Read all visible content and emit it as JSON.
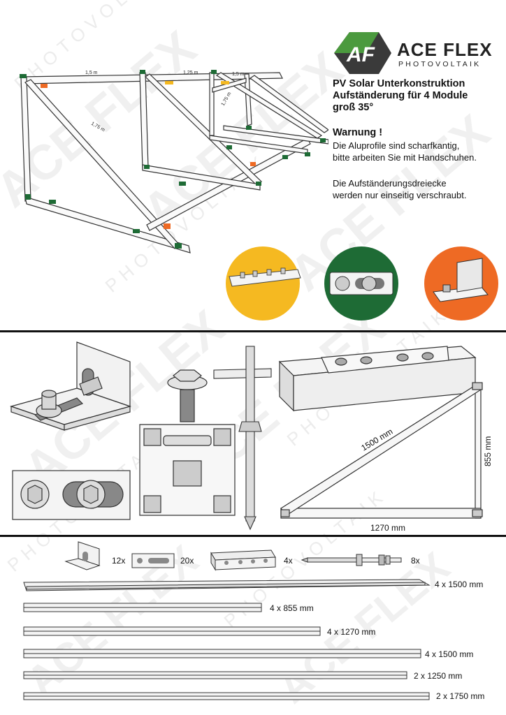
{
  "brand": {
    "logo_letters": "AF",
    "name": "ACE FLEX",
    "subtitle": "PHOTOVOLTAIK",
    "colors": {
      "green": "#3f8a3a",
      "dark": "#3a3a3a"
    }
  },
  "header": {
    "title_lines": [
      "PV Solar Unterkonstruktion",
      "Aufständerung für 4 Module",
      "groß 35°"
    ]
  },
  "warning": {
    "heading": "Warnung !",
    "text1_lines": [
      "Die Aluprofile sind scharfkantig,",
      "bitte arbeiten Sie mit Handschuhen."
    ],
    "text2_lines": [
      "Die Aufständerungsdreiecke",
      "werden nur einseitig verschraubt."
    ]
  },
  "frame_labels": {
    "top1": "1,5 m",
    "top2": "1,25 m",
    "top3": "1,5 m",
    "diag_right": "1,75 m",
    "diag_left": "1,75 m"
  },
  "circles": {
    "colors": [
      "#f5b921",
      "#1e6b35",
      "#ee6a24"
    ],
    "icons": [
      "connector-plate-icon",
      "slot-plate-icon",
      "angle-bracket-icon"
    ]
  },
  "triangle": {
    "hyp": "1500 mm",
    "vert": "855 mm",
    "base": "1270 mm"
  },
  "parts": [
    {
      "icon": "angle-bracket-icon",
      "qty": "12x"
    },
    {
      "icon": "slot-plate-icon",
      "qty": "20x"
    },
    {
      "icon": "connector-plate-icon",
      "qty": "4x"
    },
    {
      "icon": "hanger-bolt-icon",
      "qty": "8x"
    }
  ],
  "profiles": [
    {
      "label": "4 x 1500 mm"
    },
    {
      "label": "4 x 855 mm"
    },
    {
      "label": "4 x 1270 mm"
    },
    {
      "label": "4 x 1500 mm"
    },
    {
      "label": "2 x 1250 mm"
    },
    {
      "label": "2 x 1750 mm"
    }
  ]
}
